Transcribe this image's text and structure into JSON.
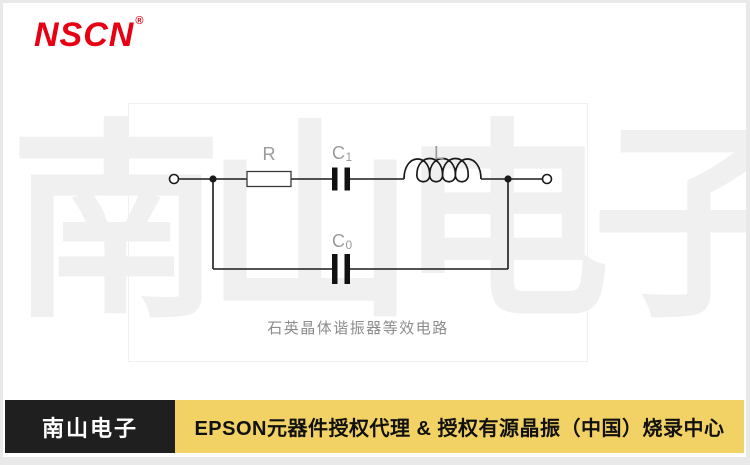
{
  "page": {
    "background": "#ffffff",
    "border_color": "#e9e9e9"
  },
  "logo": {
    "text": "NSCN",
    "registered_mark": "®",
    "color": "#e60012"
  },
  "watermark": {
    "text": "南山电子",
    "color": "#f0f0f0"
  },
  "diagram": {
    "caption": "石英晶体谐振器等效电路",
    "wire_color": "#1a1a1a",
    "label_color": "#9b9b9b",
    "labels": {
      "resistor": "R",
      "series_cap_base": "C",
      "series_cap_sub": "1",
      "inductor": "L",
      "shunt_cap_base": "C",
      "shunt_cap_sub": "0"
    }
  },
  "footer": {
    "brand": {
      "text": "南山电子",
      "background": "#1f1f1f",
      "color": "#ffffff"
    },
    "tagline": {
      "text": "EPSON元器件授权代理 & 授权有源晶振（中国）烧录中心",
      "background": "#f2d264",
      "color": "#111111"
    }
  }
}
